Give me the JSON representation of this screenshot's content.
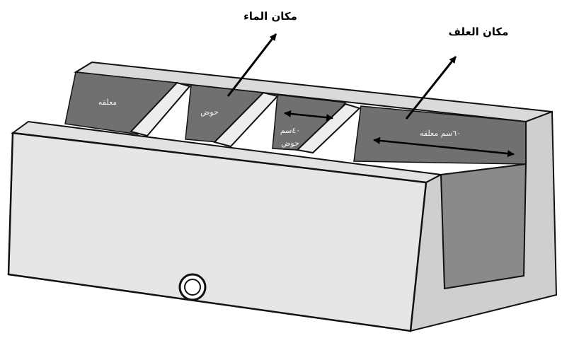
{
  "diagram": {
    "callouts": {
      "water_place": "مكان الماء",
      "feed_place": "مكان العلف"
    },
    "compartments": {
      "left_hanger": "معلقه",
      "basin": "حوض",
      "small_width": "٤٠سم",
      "small_basin": "حوض",
      "big_width_hanger": "٦٠سم معلقه"
    }
  },
  "colors": {
    "front_face": "#e6e6e6",
    "end_face": "#cfcfcf",
    "back_top_strip": "#dadada",
    "compartment_fill": "#707070",
    "divider": "#ededed",
    "outline": "#111111"
  }
}
